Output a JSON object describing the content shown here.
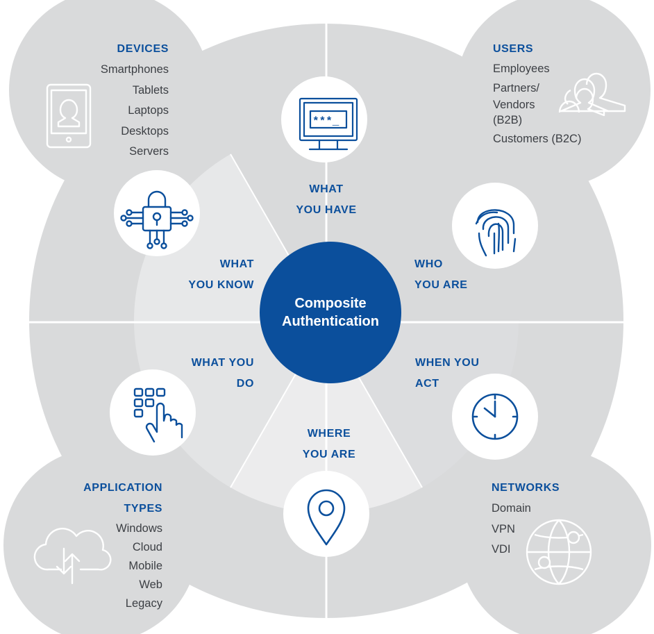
{
  "title": [
    "Composite",
    "Authentication"
  ],
  "factors": {
    "what_you_have": [
      "WHAT",
      "YOU HAVE"
    ],
    "who_you_are": [
      "WHO",
      "YOU ARE"
    ],
    "what_you_know": [
      "WHAT",
      "YOU KNOW"
    ],
    "what_you_do": [
      "WHAT YOU",
      "DO"
    ],
    "when_you_act": [
      "WHEN YOU",
      "ACT"
    ],
    "where_you_are": [
      "WHERE",
      "YOU ARE"
    ]
  },
  "corners": {
    "devices": {
      "heading": "DEVICES",
      "items": [
        "Smartphones",
        "Tablets",
        "Laptops",
        "Desktops",
        "Servers"
      ],
      "icon": "tablet-user-icon"
    },
    "users": {
      "heading": "USERS",
      "items": [
        "Employees",
        "Partners/",
        "Vendors",
        "(B2B)",
        "Customers (B2C)"
      ],
      "icon": "users-group-icon"
    },
    "application_types": {
      "heading": [
        "APPLICATION",
        "TYPES"
      ],
      "items": [
        "Windows",
        "Cloud",
        "Mobile",
        "Web",
        "Legacy"
      ],
      "icon": "cloud-sync-icon"
    },
    "networks": {
      "heading": "NETWORKS",
      "items": [
        "Domain",
        "VPN",
        "VDI"
      ],
      "icon": "globe-network-icon"
    }
  },
  "icons": {
    "what_you_have": "password-monitor-icon",
    "who_you_are": "fingerprint-icon",
    "what_you_know": "circuit-lock-icon",
    "what_you_do": "keypad-touch-icon",
    "when_you_act": "clock-icon",
    "where_you_are": "location-pin-icon"
  },
  "colors": {
    "accent": "#0b4f9c",
    "background_gray": "#d9dadb",
    "light_gray": "#e9e9ea",
    "text": "#3c3f44"
  }
}
